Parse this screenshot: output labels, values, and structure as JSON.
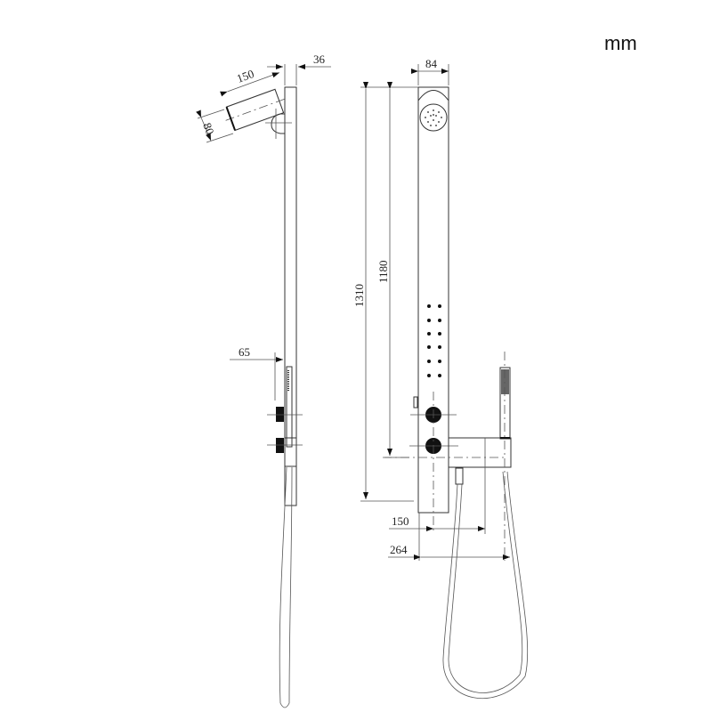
{
  "unit_label": "mm",
  "dimensions": {
    "head_length": "150",
    "head_height": "80",
    "panel_depth": "36",
    "panel_width": "84",
    "handshower_projection": "65",
    "total_height": "1310",
    "head_to_outlet_height": "1180",
    "outlet_offset": "150",
    "holder_offset": "264"
  },
  "views": {
    "side_view": "side-elevation",
    "front_view": "front-elevation"
  },
  "colors": {
    "line": "#333333",
    "fill": "#111111",
    "background": "#ffffff"
  }
}
